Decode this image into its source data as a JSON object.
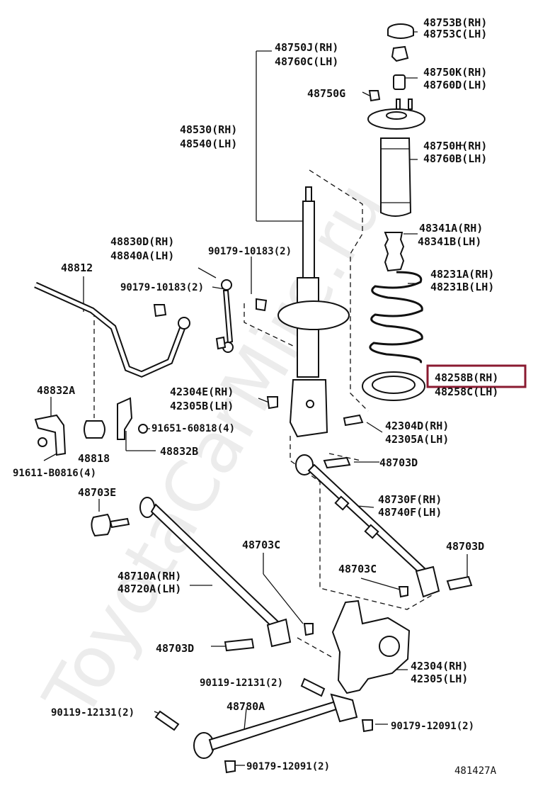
{
  "watermark": "ToyotaCarMire.ru",
  "figure_code": "481427A",
  "highlight_color": "#8a1a30",
  "highlighted_part": "48258B(RH)",
  "labels": {
    "p48753b": "48753B(RH)",
    "p48753c": "48753C(LH)",
    "p48750j": "48750J(RH)",
    "p48760c": "48760C(LH)",
    "p48750k": "48750K(RH)",
    "p48760d": "48760D(LH)",
    "p48750g": "48750G",
    "p48530": "48530(RH)",
    "p48540": "48540(LH)",
    "p48750h": "48750H(RH)",
    "p48760b": "48760B(LH)",
    "p48341a": "48341A(RH)",
    "p48341b": "48341B(LH)",
    "p48830d": "48830D(RH)",
    "p48840a": "48840A(LH)",
    "p90179_10183a": "90179-10183(2)",
    "p90179_10183b": "90179-10183(2)",
    "p48812": "48812",
    "p48231a": "48231A(RH)",
    "p48231b": "48231B(LH)",
    "p48258b": "48258B(RH)",
    "p48258c": "48258C(LH)",
    "p48832a": "48832A",
    "p42304e": "42304E(RH)",
    "p42305b": "42305B(LH)",
    "p91651": "91651-60818(4)",
    "p42304d": "42304D(RH)",
    "p42305a": "42305A(LH)",
    "p48818": "48818",
    "p48832b": "48832B",
    "p91611": "91611-B0816(4)",
    "p48703d_a": "48703D",
    "p48703e": "48703E",
    "p48730f": "48730F(RH)",
    "p48740f": "48740F(LH)",
    "p48703c_a": "48703C",
    "p48703d_b": "48703D",
    "p48703c_b": "48703C",
    "p48710a": "48710A(RH)",
    "p48720a": "48720A(LH)",
    "p48703d_c": "48703D",
    "p42304": "42304(RH)",
    "p42305": "42305(LH)",
    "p90119_12131a": "90119-12131(2)",
    "p48780a": "48780A",
    "p90119_12131b": "90119-12131(2)",
    "p90179_12091a": "90179-12091(2)",
    "p90179_12091b": "90179-12091(2)"
  }
}
